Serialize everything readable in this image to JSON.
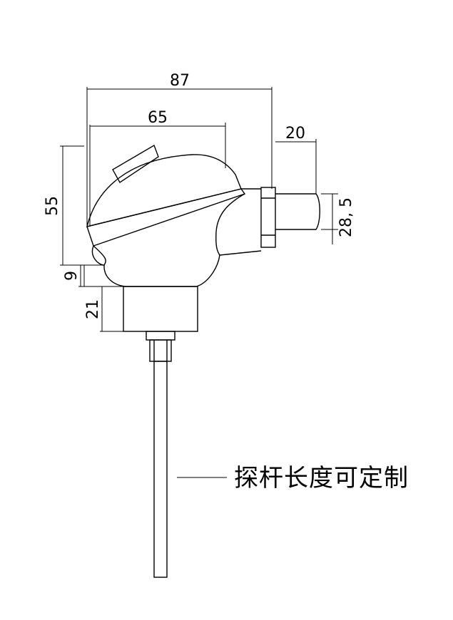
{
  "dimensions": {
    "total_width": "87",
    "inner_width": "65",
    "gland_length": "20",
    "height": "55",
    "neck_height": "9",
    "base_height": "21",
    "gland_diameter": "28, 5"
  },
  "callout": {
    "probe_note": "探杆长度可定制"
  },
  "colors": {
    "line": "#000000",
    "background": "#ffffff"
  }
}
